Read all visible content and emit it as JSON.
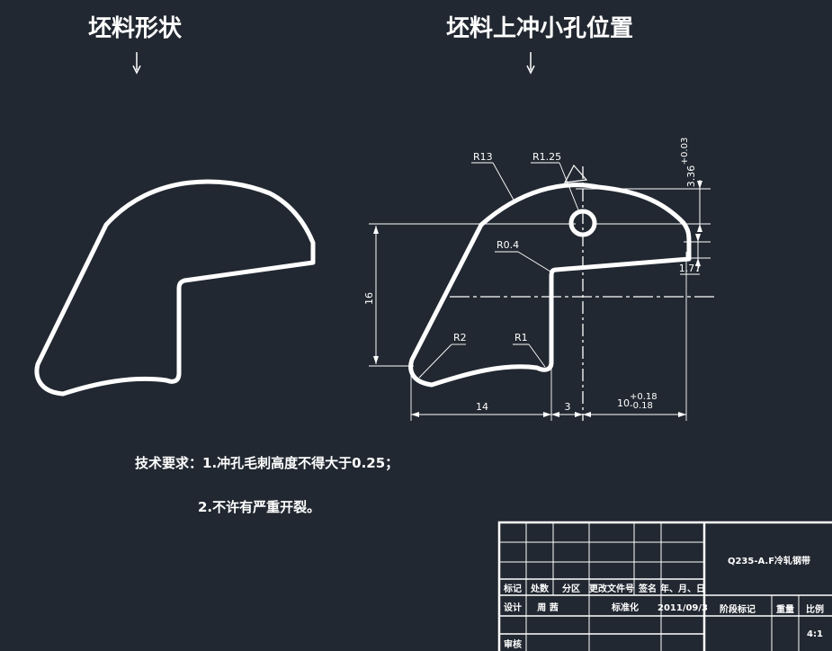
{
  "titles": {
    "left": "坯料形状",
    "right": "坯料上冲小孔位置"
  },
  "dimensions": {
    "r13": "R13",
    "r125": "R1.25",
    "r04": "R0.4",
    "r2": "R2",
    "r1": "R1",
    "d16": "16",
    "d14": "14",
    "d3": "3",
    "d10": "10",
    "d10_tol_upper": "+0.18",
    "d10_tol_lower": "-0.18",
    "d336": "3.36",
    "d336_tol": "+0.03",
    "d177": "1.77"
  },
  "notes": {
    "line1": "技术要求：1.冲孔毛刺高度不得大于0.25；",
    "line2": "2.不许有严重开裂。"
  },
  "title_block": {
    "material": "Q235-A.F冷轧钢带",
    "h_mark": "标记",
    "h_count": "处数",
    "h_zone": "分区",
    "h_doc": "更改文件号",
    "h_sign": "签名",
    "h_date": "年、月、日",
    "design": "设计",
    "designer": "周  茜",
    "standard": "标准化",
    "date": "2011/09/3",
    "stage": "阶段标记",
    "weight": "重量",
    "scale": "比例",
    "scale_val": "4:1",
    "review": "审核"
  }
}
